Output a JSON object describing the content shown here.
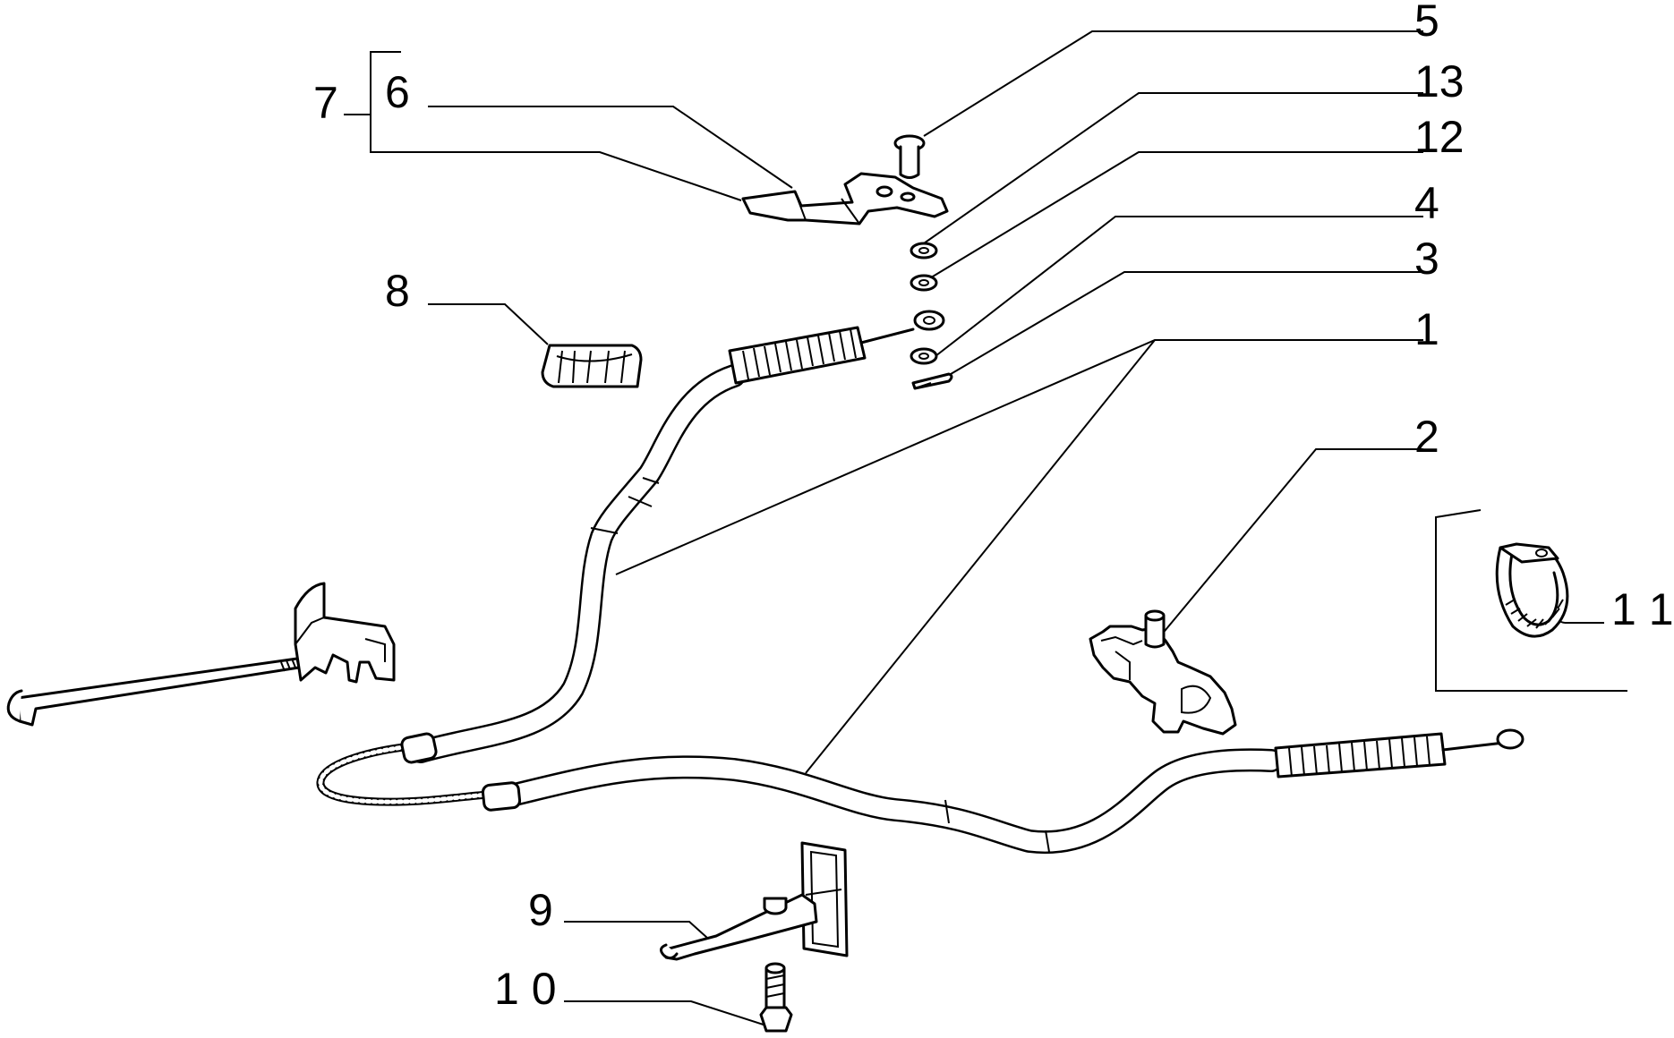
{
  "callouts": {
    "c1": "1",
    "c2": "2",
    "c3": "3",
    "c4": "4",
    "c5": "5",
    "c6": "6",
    "c7": "7",
    "c8": "8",
    "c9": "9",
    "c10": "1 0",
    "c11": "1 1",
    "c12": "12",
    "c13": "13"
  }
}
